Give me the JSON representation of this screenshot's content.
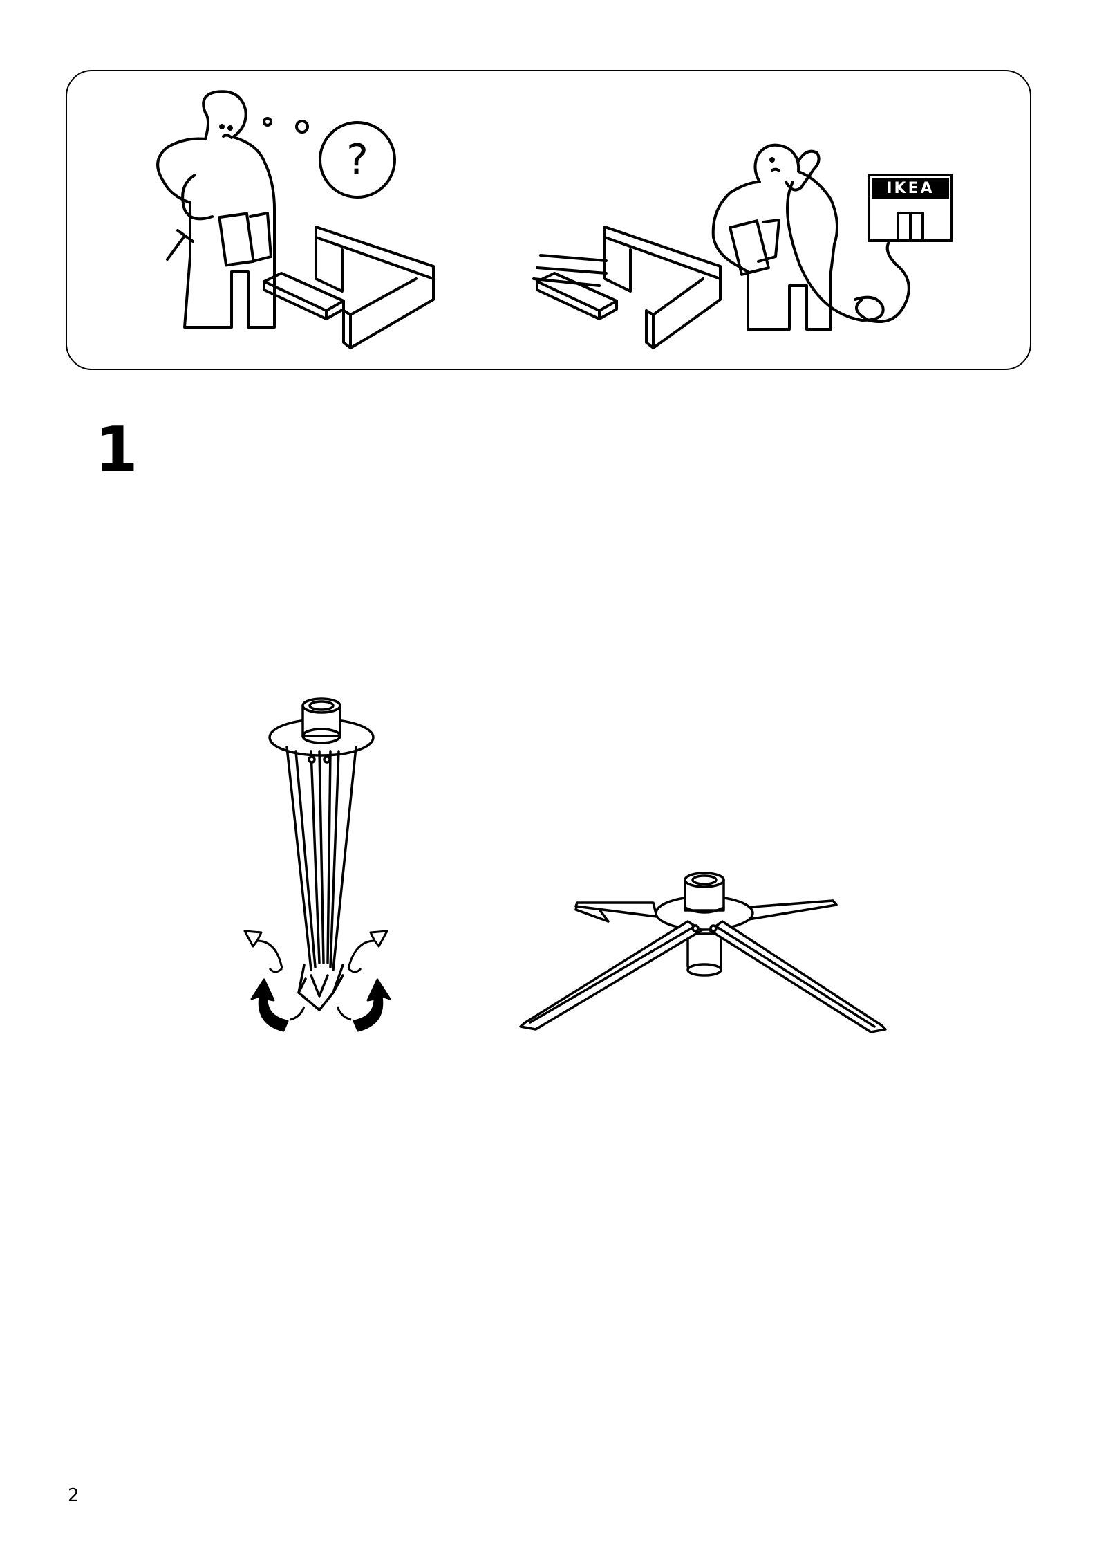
{
  "help_panel": {
    "question_mark": "?",
    "store_sign": "IKEA"
  },
  "step": {
    "number": "1"
  },
  "footer": {
    "page_number": "2"
  }
}
